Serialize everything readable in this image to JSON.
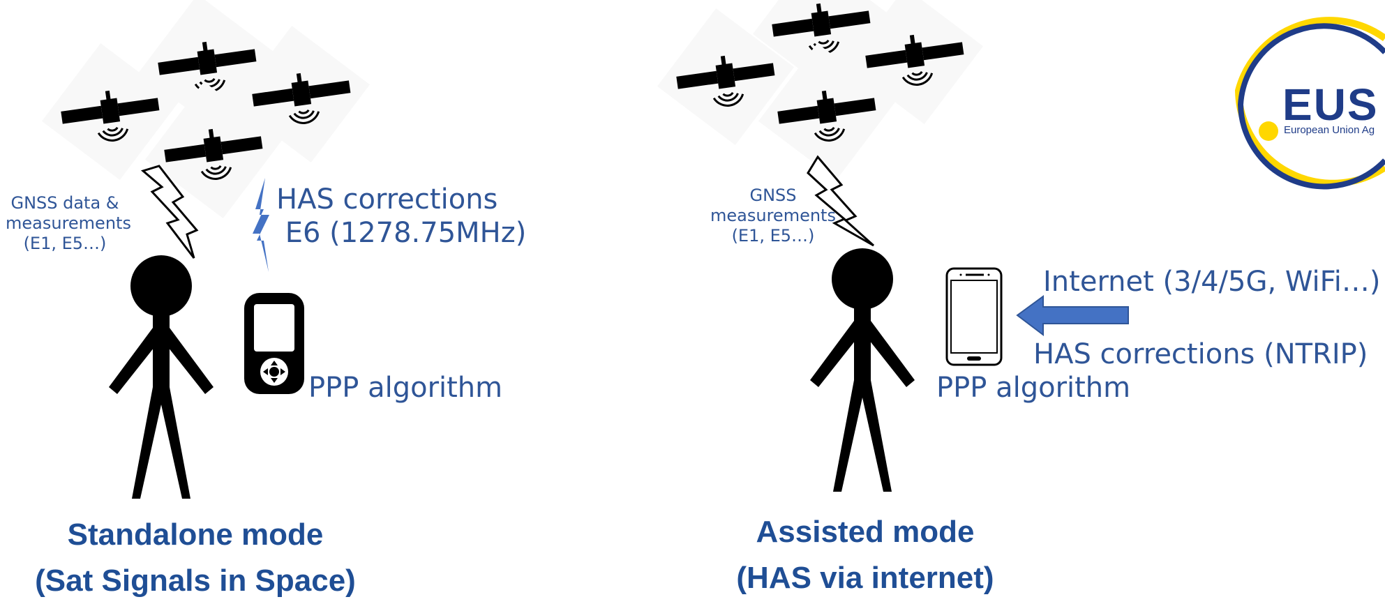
{
  "standalone": {
    "gnss_label_lines": [
      "GNSS data  &",
      "measurements",
      "(E1, E5…)"
    ],
    "has_label_lines": [
      "HAS corrections",
      " E6 (1278.75MHz)"
    ],
    "algorithm_label": "PPP algorithm",
    "title_lines": [
      "Standalone mode",
      "(Sat Signals in Space)"
    ]
  },
  "assisted": {
    "gnss_label_lines": [
      "GNSS",
      "measurements",
      "(E1, E5…)"
    ],
    "internet_label": "Internet (3/4/5G, WiFi…)",
    "has_label": "HAS corrections (NTRIP)",
    "algorithm_label": "PPP algorithm",
    "title_lines": [
      "Assisted mode",
      "(HAS via internet)"
    ]
  },
  "logo": {
    "text": "EUS",
    "subtext": "European Union Ag"
  },
  "colors": {
    "label_blue": "#2F5597",
    "title_blue": "#1F4E95",
    "arrow_blue": "#4472C4",
    "logo_yellow": "#FFD700",
    "logo_navy": "#1F3C88"
  },
  "icons": {
    "satellite": "satellite-icon",
    "person": "person-icon",
    "gnss_receiver": "gnss-receiver-icon",
    "smartphone": "smartphone-icon",
    "lightning_bolt": "lightning-bolt-icon",
    "arrow_left": "arrow-left-icon"
  }
}
